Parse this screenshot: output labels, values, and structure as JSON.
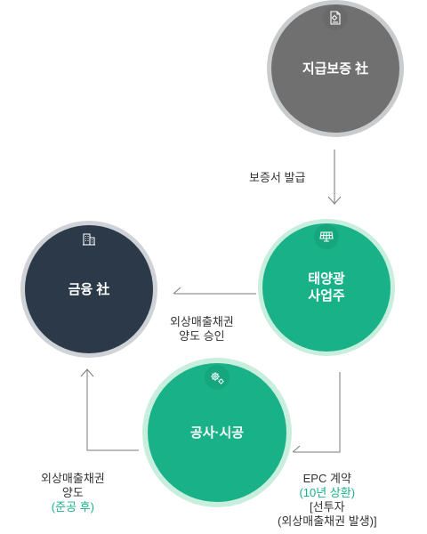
{
  "nodes": {
    "guarantee": {
      "label": "지급보증 社",
      "icon": "document-gear-icon"
    },
    "solar": {
      "label": "태양광\n사업주",
      "icon": "solar-panel-icon"
    },
    "finance": {
      "label": "금융 社",
      "icon": "building-icon"
    },
    "construction": {
      "label": "공사·시공",
      "icon": "gears-icon"
    }
  },
  "edges": {
    "guarantee_to_solar": {
      "label": "보증서 발급"
    },
    "solar_to_finance": {
      "line1": "외상매출채권",
      "line2": "양도 승인"
    },
    "construction_to_finance": {
      "line1": "외상매출채권",
      "line2": "양도",
      "line3": "(준공 후)"
    },
    "solar_to_construction": {
      "line1": "EPC 계약",
      "line2": "(10년 상환)",
      "line3": "[선투자",
      "line4": "(외상매출채권 발생)]"
    }
  },
  "colors": {
    "green": "#19b288",
    "dark_navy": "#2b3948",
    "gray": "#707070",
    "arrow": "#7a7a7a"
  }
}
